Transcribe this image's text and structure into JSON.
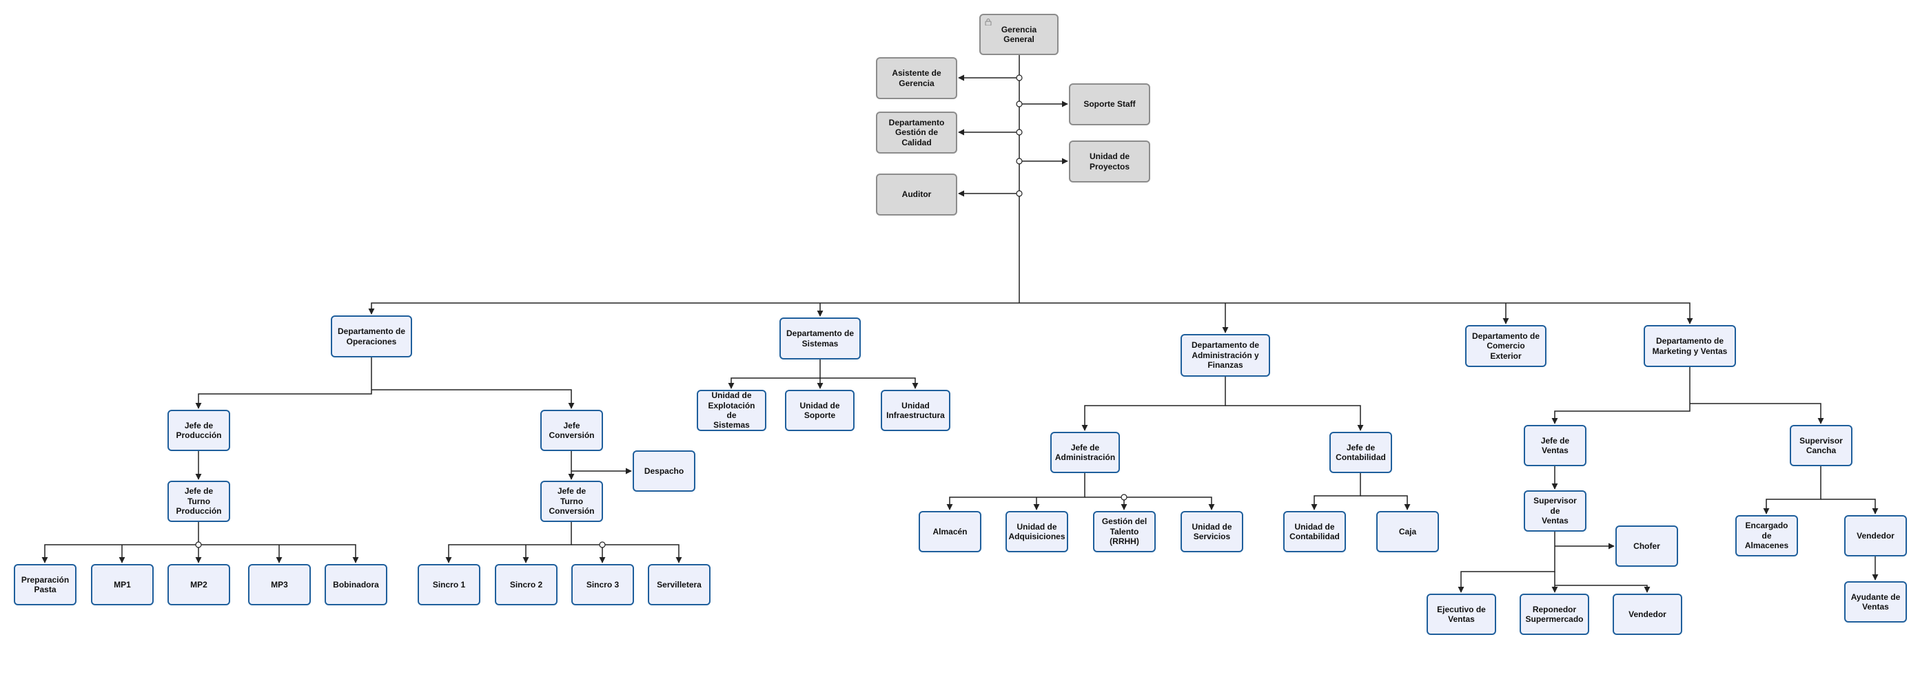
{
  "diagram": {
    "type": "org-chart",
    "colors": {
      "staff_fill": "#d9d9d9",
      "staff_border": "#8c8c8c",
      "unit_fill": "#edf0fb",
      "unit_border": "#1f5f9c",
      "connector": "#222222"
    },
    "nodes": [
      {
        "id": "gg",
        "label": "Gerencia General",
        "style": "staff",
        "icon": "lock-icon"
      },
      {
        "id": "asistente",
        "label": "Asistente de\nGerencia",
        "style": "staff"
      },
      {
        "id": "calidad",
        "label": "Departamento\nGestión de Calidad",
        "style": "staff"
      },
      {
        "id": "auditor",
        "label": "Auditor",
        "style": "staff"
      },
      {
        "id": "soporte_staff",
        "label": "Soporte Staff",
        "style": "staff"
      },
      {
        "id": "proyectos",
        "label": "Unidad de\nProyectos",
        "style": "staff"
      },
      {
        "id": "operaciones",
        "label": "Departamento de\nOperaciones",
        "style": "unit"
      },
      {
        "id": "sistemas",
        "label": "Departamento de\nSistemas",
        "style": "unit"
      },
      {
        "id": "admin_fin",
        "label": "Departamento de\nAdministración y\nFinanzas",
        "style": "unit"
      },
      {
        "id": "comercio",
        "label": "Departamento de\nComercio Exterior",
        "style": "unit"
      },
      {
        "id": "marketing",
        "label": "Departamento de\nMarketing y Ventas",
        "style": "unit"
      },
      {
        "id": "jefe_prod",
        "label": "Jefe de\nProducción",
        "style": "unit"
      },
      {
        "id": "jefe_conv",
        "label": "Jefe\nConversión",
        "style": "unit"
      },
      {
        "id": "turno_prod",
        "label": "Jefe de Turno\nProducción",
        "style": "unit"
      },
      {
        "id": "turno_conv",
        "label": "Jefe de Turno\nConversión",
        "style": "unit"
      },
      {
        "id": "despacho",
        "label": "Despacho",
        "style": "unit"
      },
      {
        "id": "prep_pasta",
        "label": "Preparación\nPasta",
        "style": "unit"
      },
      {
        "id": "mp1",
        "label": "MP1",
        "style": "unit"
      },
      {
        "id": "mp2",
        "label": "MP2",
        "style": "unit"
      },
      {
        "id": "mp3",
        "label": "MP3",
        "style": "unit"
      },
      {
        "id": "bobinadora",
        "label": "Bobinadora",
        "style": "unit"
      },
      {
        "id": "sincro1",
        "label": "Sincro 1",
        "style": "unit"
      },
      {
        "id": "sincro2",
        "label": "Sincro 2",
        "style": "unit"
      },
      {
        "id": "sincro3",
        "label": "Sincro 3",
        "style": "unit"
      },
      {
        "id": "servilletera",
        "label": "Servilletera",
        "style": "unit"
      },
      {
        "id": "explotacion",
        "label": "Unidad de\nExplotación de\nSistemas",
        "style": "unit"
      },
      {
        "id": "u_soporte",
        "label": "Unidad de\nSoporte",
        "style": "unit"
      },
      {
        "id": "u_infra",
        "label": "Unidad\nInfraestructura",
        "style": "unit"
      },
      {
        "id": "jefe_admin",
        "label": "Jefe de\nAdministración",
        "style": "unit"
      },
      {
        "id": "jefe_conta",
        "label": "Jefe de\nContabilidad",
        "style": "unit"
      },
      {
        "id": "almacen",
        "label": "Almacén",
        "style": "unit"
      },
      {
        "id": "adquisiciones",
        "label": "Unidad de\nAdquisiciones",
        "style": "unit"
      },
      {
        "id": "talento",
        "label": "Gestión del\nTalento\n(RRHH)",
        "style": "unit"
      },
      {
        "id": "servicios",
        "label": "Unidad de\nServicios",
        "style": "unit"
      },
      {
        "id": "u_conta",
        "label": "Unidad de\nContabilidad",
        "style": "unit"
      },
      {
        "id": "caja",
        "label": "Caja",
        "style": "unit"
      },
      {
        "id": "jefe_ventas",
        "label": "Jefe de Ventas",
        "style": "unit"
      },
      {
        "id": "sup_cancha",
        "label": "Supervisor\nCancha",
        "style": "unit"
      },
      {
        "id": "sup_ventas",
        "label": "Supervisor de\nVentas",
        "style": "unit"
      },
      {
        "id": "chofer",
        "label": "Chofer",
        "style": "unit"
      },
      {
        "id": "ejecutivo",
        "label": "Ejecutivo de\nVentas",
        "style": "unit"
      },
      {
        "id": "reponedor",
        "label": "Reponedor\nSupermercado",
        "style": "unit"
      },
      {
        "id": "vendedor1",
        "label": "Vendedor",
        "style": "unit"
      },
      {
        "id": "encargado",
        "label": "Encargado de\nAlmacenes",
        "style": "unit"
      },
      {
        "id": "vendedor2",
        "label": "Vendedor",
        "style": "unit"
      },
      {
        "id": "ayudante",
        "label": "Ayudante de\nVentas",
        "style": "unit"
      }
    ]
  }
}
